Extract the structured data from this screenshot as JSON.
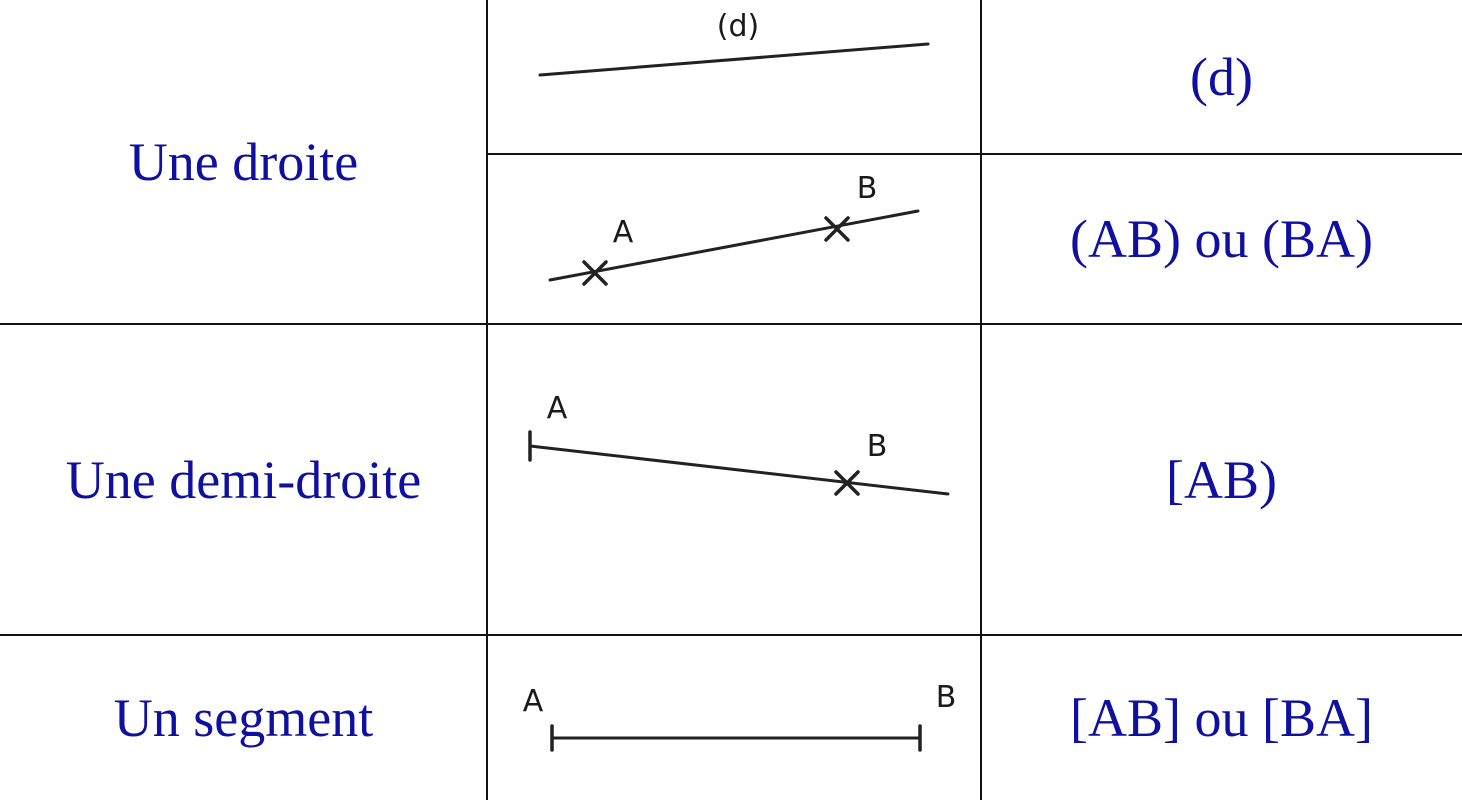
{
  "table": {
    "rows": [
      {
        "name": "Une droite",
        "subrows": [
          {
            "figure_labels": {
              "line": "(d)"
            },
            "notation": "(d)"
          },
          {
            "figure_labels": {
              "point_a": "A",
              "point_b": "B"
            },
            "notation": "(AB) ou (BA)"
          }
        ]
      },
      {
        "name": "Une demi-droite",
        "subrows": [
          {
            "figure_labels": {
              "point_a": "A",
              "point_b": "B"
            },
            "notation": "[AB)"
          }
        ]
      },
      {
        "name": "Un segment",
        "subrows": [
          {
            "figure_labels": {
              "point_a": "A",
              "point_b": "B"
            },
            "notation": "[AB] ou [BA]"
          }
        ]
      }
    ]
  },
  "colors": {
    "text": "#0f0fa0",
    "grid": "#111111",
    "figure": "#222222"
  }
}
